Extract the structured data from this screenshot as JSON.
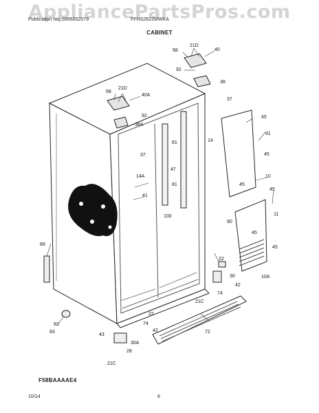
{
  "watermark": "AppliancePartsPros.com",
  "header": {
    "publication_no": "Publication No: 5995652079",
    "model": "FFHS2622MWKA"
  },
  "title": "CABINET",
  "diagram_code": "F58BAAAAE4",
  "footer": {
    "date": "10/14",
    "page": "6"
  },
  "callouts": [
    "58",
    "21D",
    "40",
    "92",
    "38",
    "37",
    "58",
    "21D",
    "40A",
    "92",
    "38A",
    "37",
    "45",
    "91",
    "45",
    "10",
    "45",
    "45",
    "11",
    "90",
    "45",
    "45",
    "10A",
    "14",
    "81",
    "47",
    "81",
    "14A",
    "41",
    "100",
    "22",
    "30",
    "42",
    "74",
    "21C",
    "89",
    "82",
    "83",
    "22",
    "42",
    "74",
    "43",
    "28",
    "30A",
    "21C",
    "72"
  ]
}
